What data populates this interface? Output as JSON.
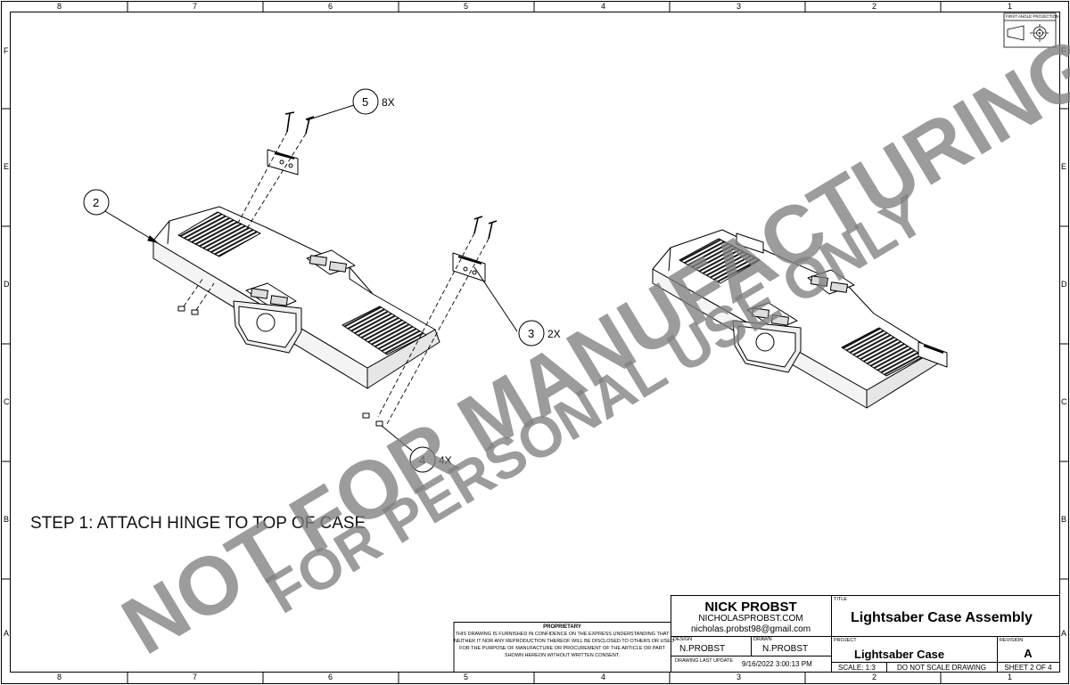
{
  "zones": {
    "columns": [
      "8",
      "7",
      "6",
      "5",
      "4",
      "3",
      "2",
      "1"
    ],
    "rows": [
      "F",
      "E",
      "D",
      "C",
      "B",
      "A"
    ]
  },
  "projection": {
    "label": "FIRST ANGLE PROJECTION"
  },
  "step_text": "STEP 1: ATTACH HINGE TO TOP OF CASE",
  "balloons": [
    {
      "num": "2",
      "qty": ""
    },
    {
      "num": "5",
      "qty": "8X"
    },
    {
      "num": "3",
      "qty": "2X"
    },
    {
      "num": "4",
      "qty": "4X"
    }
  ],
  "watermark": {
    "line1": "NOT FOR MANUFACTURING",
    "line2": "FOR PERSONAL USE ONLY",
    "color": "#808080"
  },
  "title_block": {
    "proprietary_heading": "PROPRIETARY",
    "proprietary_text_1": "THIS DRAWING IS FURNISHED IN CONFIDENCE ON THE EXPRESS UNDERSTANDING THAT",
    "proprietary_text_2": "NEITHER IT NOR ANY REPRODUCTION THEREOF WILL BE DISCLOSED TO OTHERS OR USED",
    "proprietary_text_3": "FOR THE PURPOSE OF MANUFACTURE OR PROCUREMENT OF THE ARTICLE OR PART",
    "proprietary_text_4": "SHOWN HEREON WITHOUT WRITTEN CONSENT.",
    "company": "NICK PROBST",
    "website": "NICHOLASPROBST.COM",
    "email": "nicholas.probst98@gmail.com",
    "design_label": "DESIGN",
    "design_value": "N.PROBST",
    "drawn_label": "DRAWN",
    "drawn_value": "N.PROBST",
    "last_update_label": "DRAWING LAST UPDATE",
    "last_update_value": "9/16/2022 3:00:13 PM",
    "title_label": "TITLE",
    "title_value": "Lightsaber Case Assembly",
    "project_label": "PROJECT",
    "project_value": "Lightsaber Case",
    "revision_label": "REVISION",
    "revision_value": "A",
    "scale": "SCALE: 1:3",
    "no_scale": "DO NOT SCALE DRAWING",
    "sheet": "SHEET 2 OF 4"
  }
}
